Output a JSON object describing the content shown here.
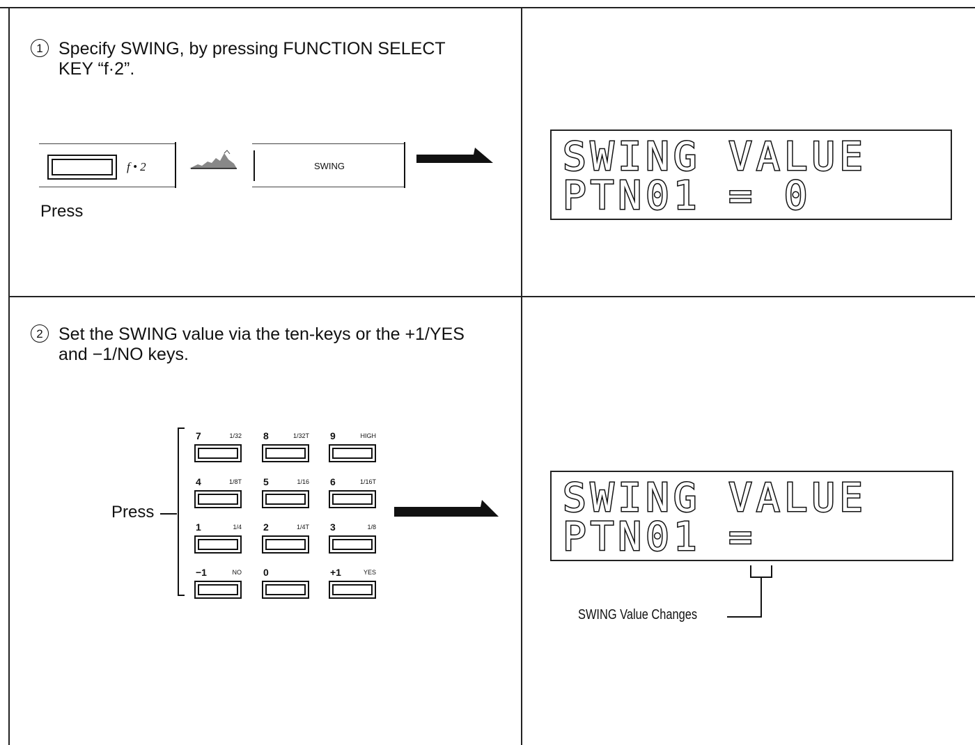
{
  "step1": {
    "number": "1",
    "text_line1": "Specify SWING, by pressing FUNCTION SELECT",
    "text_line2": "KEY “f·2”.",
    "key_label": "f • 2",
    "press_label": "Press",
    "mode_label": "SWING"
  },
  "display1": {
    "line1": "SWING VALUE",
    "line2": "PTN01 = 0"
  },
  "step2": {
    "number": "2",
    "text_line1": "Set the SWING value via the ten-keys or the +1/YES",
    "text_line2": "and −1/NO keys.",
    "press_label": "Press"
  },
  "tenkeys": [
    {
      "main": "7",
      "sub": "1/32"
    },
    {
      "main": "8",
      "sub": "1/32T"
    },
    {
      "main": "9",
      "sub": "HIGH"
    },
    {
      "main": "4",
      "sub": "1/8T"
    },
    {
      "main": "5",
      "sub": "1/16"
    },
    {
      "main": "6",
      "sub": "1/16T"
    },
    {
      "main": "1",
      "sub": "1/4"
    },
    {
      "main": "2",
      "sub": "1/4T"
    },
    {
      "main": "3",
      "sub": "1/8"
    },
    {
      "main": "−1",
      "sub": "NO"
    },
    {
      "main": "0",
      "sub": ""
    },
    {
      "main": "+1",
      "sub": "YES"
    }
  ],
  "display2": {
    "line1": "SWING VALUE",
    "line2": "PTN01 =",
    "callout": "SWING Value Changes"
  }
}
